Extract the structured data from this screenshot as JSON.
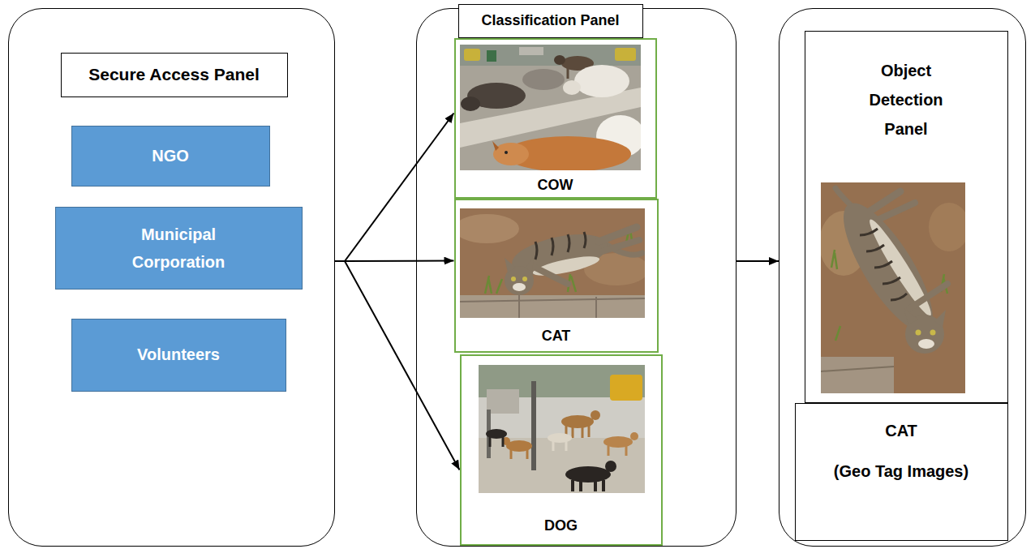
{
  "diagram": {
    "nodes": [
      {
        "text": [
          "Secure Access Panel"
        ]
      },
      {
        "text": [
          "NGO"
        ],
        "in": 0
      },
      {
        "text": [
          "Municipal Corporation"
        ],
        "in": 0
      },
      {
        "text": [
          "Volunteers"
        ],
        "in": 0
      },
      {
        "text": [
          "Classification Panel"
        ]
      },
      {
        "text": [
          "COW"
        ],
        "in": 4
      },
      {
        "text": [
          "CAT"
        ],
        "in": 4
      },
      {
        "text": [
          "DOG"
        ],
        "in": 4
      },
      {
        "text": [
          "Object Detection Panel"
        ]
      },
      {
        "text": [
          "CAT",
          "(Geo Tag Images)"
        ],
        "in": 8
      }
    ],
    "edges": [
      {
        "from": 0,
        "to": 5,
        "arrow": "to"
      },
      {
        "from": 0,
        "to": 6,
        "arrow": "to"
      },
      {
        "from": 0,
        "to": 7,
        "arrow": "to"
      },
      {
        "from": 4,
        "to": 8,
        "arrow": "to"
      }
    ]
  }
}
